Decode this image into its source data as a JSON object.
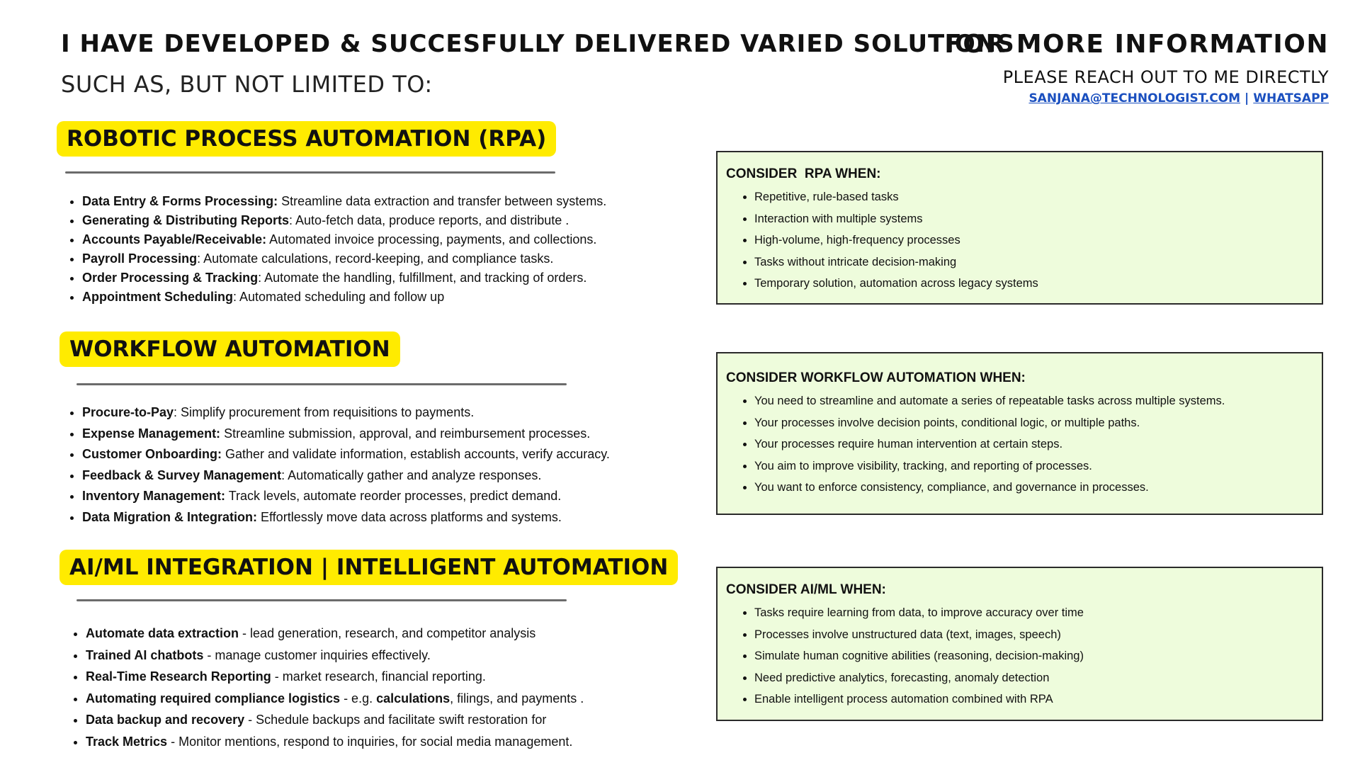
{
  "header": {
    "headline": "I HAVE DEVELOPED & SUCCESFULLY DELIVERED VARIED SOLUTIONS",
    "subhead": "SUCH AS, BUT NOT LIMITED TO:"
  },
  "contact": {
    "title": "FOR MORE INFORMATION",
    "subtitle": "PLEASE REACH OUT TO ME DIRECTLY",
    "email_label": "SANJANA@TECHNOLOGIST.COM",
    "separator": "|",
    "whatsapp_label": "WHATSAPP",
    "link_color": "#1a4fbf"
  },
  "colors": {
    "pill": "#ffeb00",
    "box_background": "#eefcdc",
    "box_border": "#2a2a2a"
  },
  "sections": [
    {
      "title": "ROBOTIC PROCESS AUTOMATION (RPA)",
      "items": [
        {
          "term": "Data Entry & Forms Processing:",
          "desc": " Streamline data extraction and transfer  between systems."
        },
        {
          "term": "Generating & Distributing Reports",
          "desc": ": Auto-fetch data, produce reports, and distribute ."
        },
        {
          "term": "Accounts Payable/Receivable:",
          "desc": "  Automated  invoice processing, payments, and collections."
        },
        {
          "term": "Payroll Processing",
          "desc": ": Automate calculations, record-keeping, and compliance tasks."
        },
        {
          "term": "Order Processing & Tracking",
          "desc": ": Automate the handling, fulfillment, and tracking of orders."
        },
        {
          "term": "Appointment Scheduling",
          "desc": ": Automated scheduling and follow up"
        }
      ]
    },
    {
      "title": "WORKFLOW AUTOMATION",
      "items": [
        {
          "term": "Procure-to-Pay",
          "desc": ": Simplify procurement from requisitions to payments."
        },
        {
          "term": "Expense Management:",
          "desc": " Streamline submission, approval, and reimbursement processes."
        },
        {
          "term": "Customer Onboarding:",
          "desc": " Gather and validate information, establish accounts, verify accuracy."
        },
        {
          "term": "Feedback & Survey Management",
          "desc": ": Automatically gather and analyze responses."
        },
        {
          "term": "Inventory Management:",
          "desc": " Track levels, automate reorder processes, predict demand."
        },
        {
          "term": "Data Migration & Integration:",
          "desc": " Effortlessly move data across platforms and systems."
        }
      ]
    },
    {
      "title": "AI/ML INTEGRATION | INTELLIGENT AUTOMATION",
      "items": [
        {
          "term": "Automate data extraction",
          "desc": " - lead generation, research, and competitor analysis"
        },
        {
          "term": "Trained AI chatbots",
          "desc": " - manage customer inquiries effectively."
        },
        {
          "term": "Real-Time Research Reporting",
          "desc": " -  market research, financial reporting."
        },
        {
          "term": "Automating required compliance logistics",
          "desc": " - e.g. ",
          "term2": "calculations",
          "desc2": ", filings, and payments ."
        },
        {
          "term": "Data backup and recovery",
          "desc": " - Schedule backups and facilitate swift restoration for"
        },
        {
          "term": "Track Metrics",
          "desc": " - Monitor mentions, respond to inquiries,   for social media management."
        }
      ]
    }
  ],
  "boxes": [
    {
      "title": "CONSIDER  RPA WHEN:",
      "items": [
        "Repetitive, rule-based tasks",
        "Interaction with multiple systems",
        "High-volume, high-frequency processes",
        "Tasks without intricate decision-making",
        "Temporary solution, automation across legacy systems"
      ]
    },
    {
      "title": "CONSIDER WORKFLOW AUTOMATION WHEN:",
      "items": [
        "You need to streamline and automate a series of repeatable tasks across multiple systems.",
        "Your processes involve decision points, conditional logic, or multiple paths.",
        "Your processes require human intervention at certain steps.",
        "You aim to improve visibility, tracking, and reporting of processes.",
        "You want to enforce consistency, compliance, and governance in processes."
      ]
    },
    {
      "title": "CONSIDER AI/ML WHEN:",
      "items": [
        "Tasks require learning from data, to improve accuracy over time",
        "Processes involve unstructured data (text, images, speech)",
        "Simulate human cognitive abilities (reasoning, decision-making)",
        "Need predictive analytics, forecasting, anomaly detection",
        "Enable intelligent process automation combined with RPA"
      ]
    }
  ]
}
